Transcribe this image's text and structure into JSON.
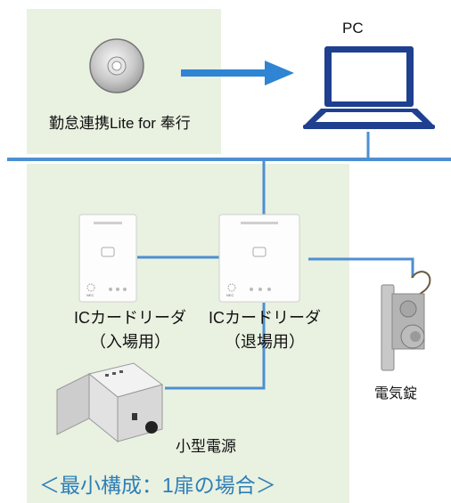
{
  "nodes": {
    "pc_label": "PC",
    "software_label": "勤怠連携Lite for 奉行",
    "reader_entry_label": {
      "line1": "ICカードリーダ",
      "line2": "（入場用）"
    },
    "reader_exit_label": {
      "line1": "ICカードリーダ",
      "line2": "（退場用）"
    },
    "electric_lock_label": "電気錠",
    "power_supply_label": "小型電源",
    "reader_brand": "NEC"
  },
  "caption": "＜最小構成：1扉の場合＞",
  "colors": {
    "line": "#4d8fd1",
    "arrow": "#2f84d3",
    "zone": "#e9f1e1",
    "caption": "#2f7fb6"
  }
}
